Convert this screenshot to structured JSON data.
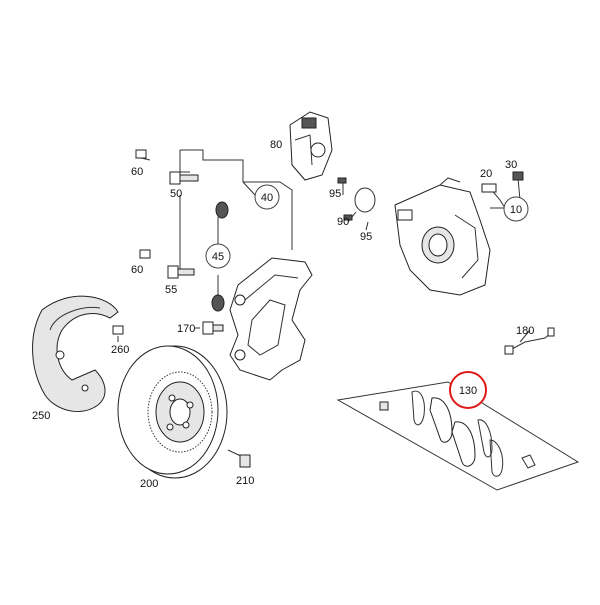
{
  "highlight_color": "#e01818",
  "labels": {
    "p60a": "60",
    "p50": "50",
    "p40": "40",
    "p45": "45",
    "p60b": "60",
    "p55": "55",
    "p80": "80",
    "p95a": "95",
    "p90": "90",
    "p95b": "95",
    "p20": "20",
    "p30": "30",
    "p10": "10",
    "p170": "170",
    "p260": "260",
    "p250": "250",
    "p200": "200",
    "p210": "210",
    "p180": "180",
    "p130": "130"
  },
  "highlighted_part": "130"
}
